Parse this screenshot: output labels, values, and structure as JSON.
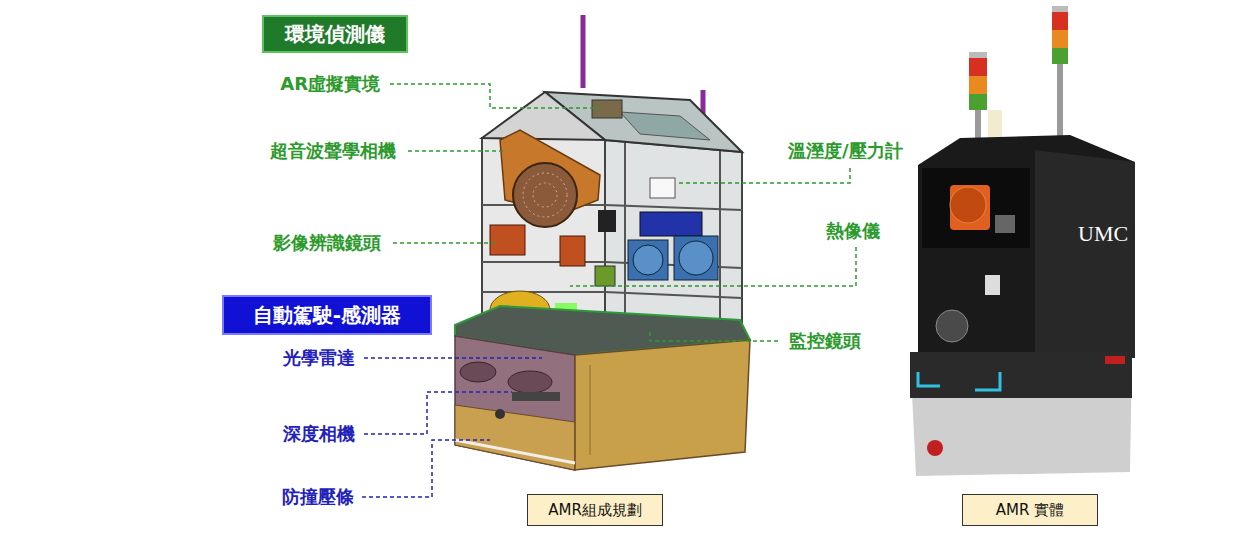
{
  "diagram": {
    "nodes": [
      {
        "text": [
          "環境偵測儀"
        ]
      },
      {
        "text": [
          "自動駕駛-感測器"
        ]
      },
      {
        "text": [
          "AMR組成規劃"
        ]
      },
      {
        "text": [
          "AMR 實體"
        ]
      }
    ],
    "labels": [
      "AR虛擬實境",
      "超音波聲學相機",
      "影像辨識鏡頭",
      "溫溼度/壓力計",
      "熱像儀",
      "監控鏡頭",
      "光學雷達",
      "深度相機",
      "防撞壓條",
      "UMC"
    ]
  }
}
